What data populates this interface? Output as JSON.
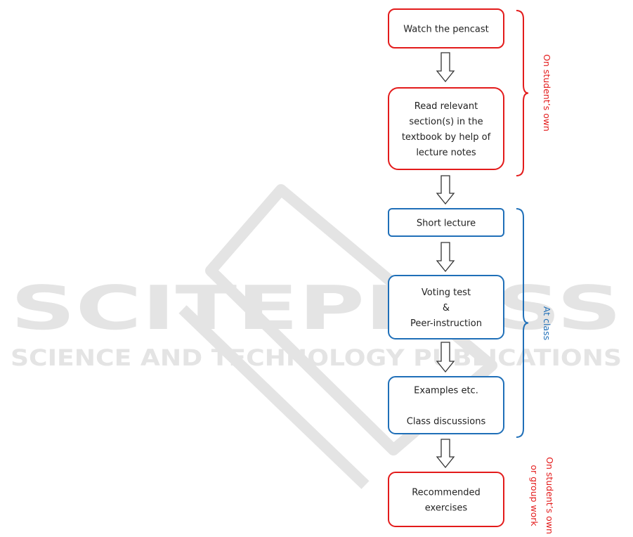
{
  "watermark": {
    "title": "SCITEPRESS",
    "subtitle": "SCIENCE AND TECHNOLOGY PUBLICATIONS",
    "logo": "open-book-logo"
  },
  "colors": {
    "red": "#e31b1b",
    "blue": "#1f6fb8",
    "watermark": "#e4e4e4"
  },
  "steps": [
    {
      "lines": [
        "Watch the pencast"
      ],
      "group": "own"
    },
    {
      "lines": [
        "Read relevant",
        "section(s) in the",
        "textbook by help of",
        "lecture notes"
      ],
      "group": "own"
    },
    {
      "lines": [
        "Short lecture"
      ],
      "group": "class"
    },
    {
      "lines": [
        "Voting test",
        "&",
        "Peer-instruction"
      ],
      "group": "class"
    },
    {
      "lines": [
        "Examples etc.",
        "",
        "Class discussions"
      ],
      "group": "class"
    },
    {
      "lines": [
        "Recommended",
        "exercises"
      ],
      "group": "group"
    }
  ],
  "groups": {
    "own": {
      "label": "On student’s own"
    },
    "class": {
      "label": "At class"
    },
    "group": {
      "label_lines": [
        "On student’s own",
        "or group work"
      ]
    }
  }
}
